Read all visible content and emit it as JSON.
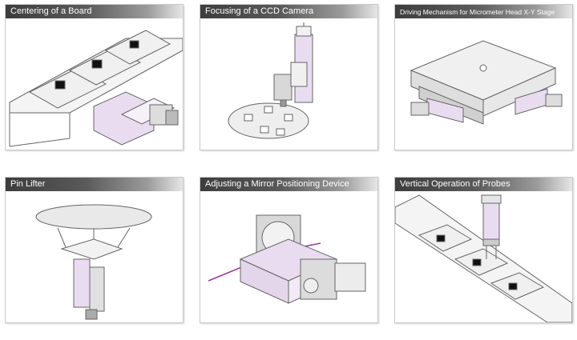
{
  "cards": [
    {
      "title": "Centering of a Board"
    },
    {
      "title": "Focusing of a CCD Camera"
    },
    {
      "title": "Driving Mechanism for Micrometer Head X-Y Stage"
    },
    {
      "title": "Pin Lifter"
    },
    {
      "title": "Adjusting a Mirror Positioning Device"
    },
    {
      "title": "Vertical Operation of Probes"
    }
  ],
  "colors": {
    "header_dark": "#3d3d3d",
    "accent_pink": "#eadcf0",
    "line": "#555555",
    "laser": "#9b3aa0"
  }
}
